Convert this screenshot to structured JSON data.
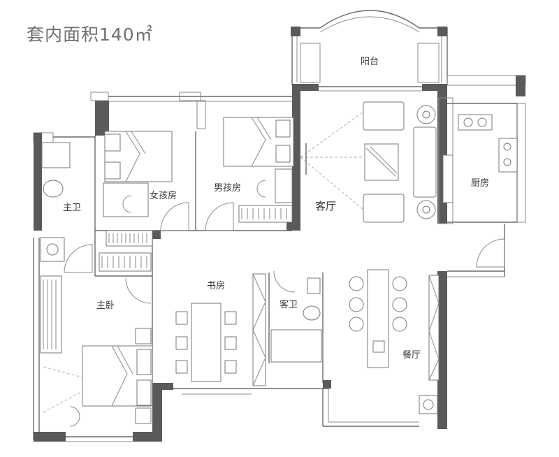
{
  "title": "套内面积140㎡",
  "rooms": {
    "balcony": "阳台",
    "living": "客厅",
    "kitchen": "厨房",
    "girl": "女孩房",
    "boy": "男孩房",
    "master_bath": "主卫",
    "master_bed": "主卧",
    "study": "书房",
    "guest_bath": "客卫",
    "dining": "餐厅"
  }
}
